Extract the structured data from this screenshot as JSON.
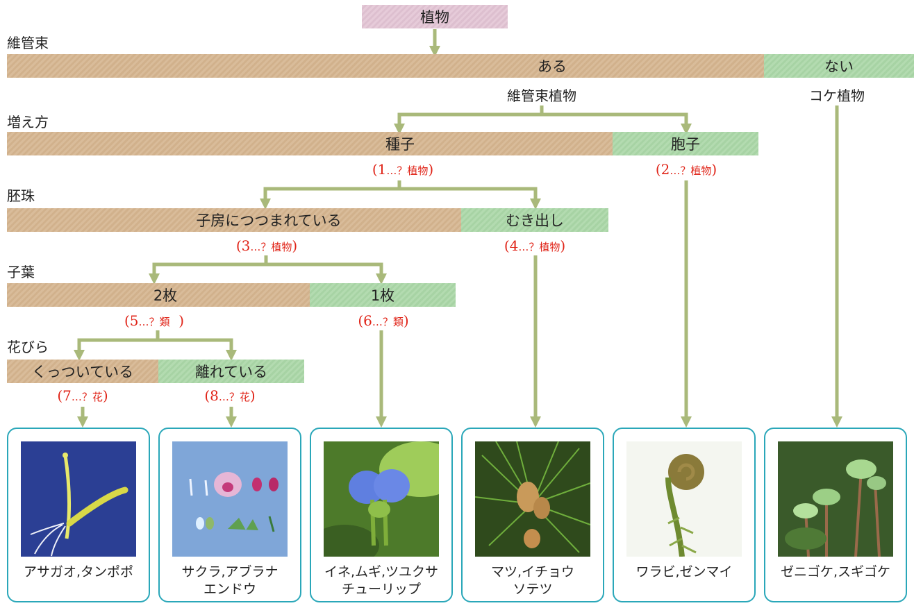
{
  "top_node": "植物",
  "criteria": {
    "vascular": "維管束",
    "reproduction": "増え方",
    "ovule": "胚珠",
    "cotyledon": "子葉",
    "petals": "花びら"
  },
  "bars": {
    "vascular_yes": "ある",
    "vascular_no": "ない",
    "seeds": "種子",
    "spores": "胞子",
    "enclosed": "子房につつまれている",
    "exposed": "むき出し",
    "two_leaves": "2枚",
    "one_leaf": "1枚",
    "fused": "くっついている",
    "separate": "離れている"
  },
  "group_names": {
    "vascular_plants": "維管束植物",
    "moss_plants": "コケ植物"
  },
  "blanks": [
    {
      "num": "(1",
      "hint": "…？植物",
      "close": ")"
    },
    {
      "num": "(2",
      "hint": "…？植物",
      "close": ")"
    },
    {
      "num": "(3",
      "hint": "…？植物",
      "close": ")"
    },
    {
      "num": "(4",
      "hint": "…？植物",
      "close": ")"
    },
    {
      "num": "(5",
      "hint": "…？類",
      "close": "  )"
    },
    {
      "num": "(6",
      "hint": "…？類",
      "close": ")"
    },
    {
      "num": "(7",
      "hint": "…？花",
      "close": ")"
    },
    {
      "num": "(8",
      "hint": "…？花",
      "close": ")"
    }
  ],
  "examples": [
    {
      "line1": "アサガオ,タンポポ",
      "line2": ""
    },
    {
      "line1": "サクラ,アブラナ",
      "line2": "エンドウ"
    },
    {
      "line1": "イネ,ムギ,ツユクサ",
      "line2": "チューリップ"
    },
    {
      "line1": "マツ,イチョウ",
      "line2": "ソテツ"
    },
    {
      "line1": "ワラビ,ゼンマイ",
      "line2": ""
    },
    {
      "line1": "ゼニゴケ,スギゴケ",
      "line2": ""
    }
  ],
  "colors": {
    "bar_yes": "#d9bc9a",
    "bar_no": "#b3dbb0",
    "arrow": "#a9b97a",
    "blank_text": "#e02418",
    "card_border": "#2aa7b9",
    "top_box": "#e6cbd9"
  }
}
